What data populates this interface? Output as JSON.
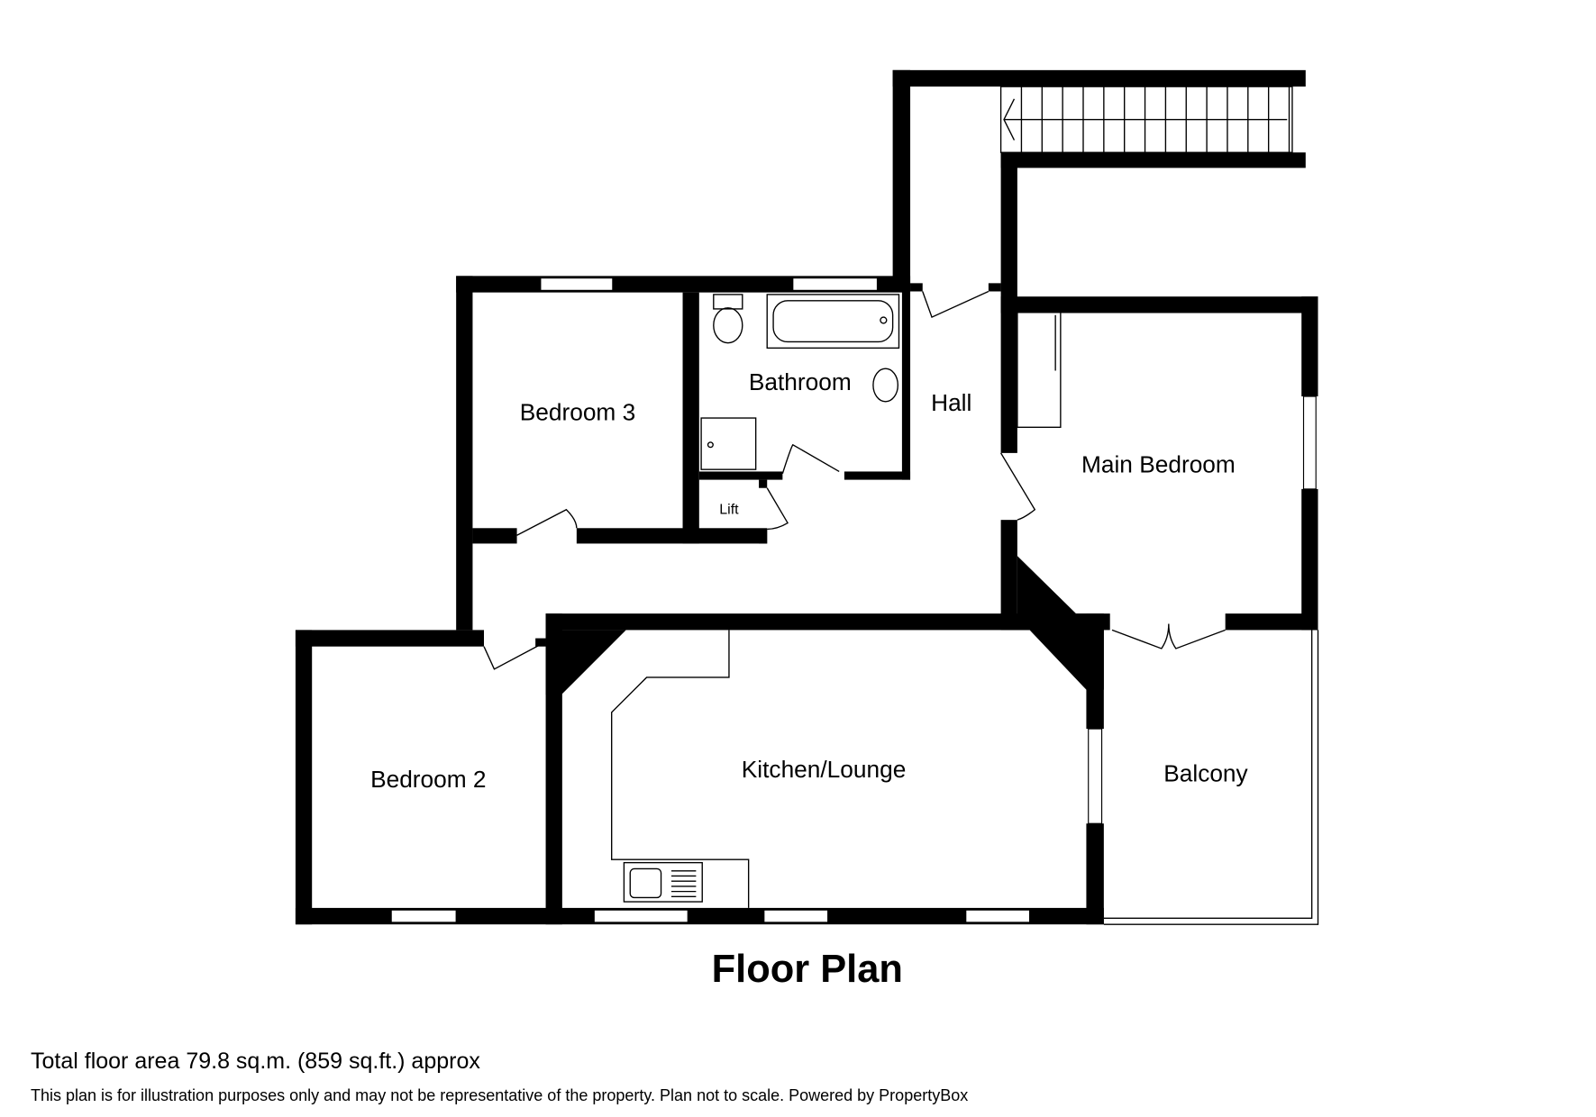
{
  "rooms": {
    "bedroom3": "Bedroom 3",
    "bathroom": "Bathroom",
    "hall": "Hall",
    "main_bedroom": "Main Bedroom",
    "lift": "Lift",
    "bedroom2": "Bedroom 2",
    "kitchen_lounge": "Kitchen/Lounge",
    "balcony": "Balcony"
  },
  "title": "Floor Plan",
  "footer": {
    "area": "Total floor area 79.8 sq.m. (859 sq.ft.) approx",
    "disclaimer": "This plan is for illustration purposes only and may not be representative of the property. Plan not to scale. Powered by PropertyBox"
  }
}
